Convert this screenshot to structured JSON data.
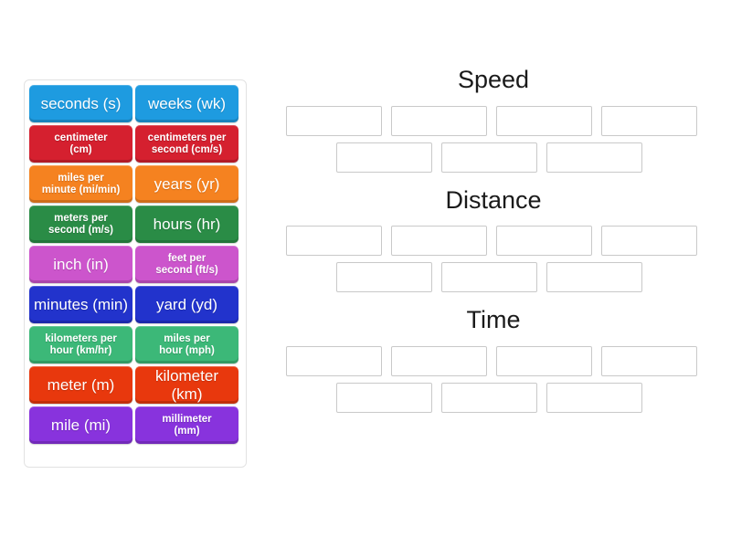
{
  "tile_bank": {
    "name": "unit-tile-bank",
    "tiles": [
      {
        "label": "seconds (s)",
        "color": "#1e9be0",
        "lines": 1
      },
      {
        "label": "weeks (wk)",
        "color": "#1e9be0",
        "lines": 1
      },
      {
        "label": "centimeter\n(cm)",
        "color": "#d5202f",
        "lines": 2
      },
      {
        "label": "centimeters per\nsecond (cm/s)",
        "color": "#d5202f",
        "lines": 2
      },
      {
        "label": "miles per\nminute (mi/min)",
        "color": "#f58220",
        "lines": 2
      },
      {
        "label": "years (yr)",
        "color": "#f58220",
        "lines": 1
      },
      {
        "label": "meters per\nsecond (m/s)",
        "color": "#2a8c46",
        "lines": 2
      },
      {
        "label": "hours (hr)",
        "color": "#2a8c46",
        "lines": 1
      },
      {
        "label": "inch (in)",
        "color": "#cc55cc",
        "lines": 1
      },
      {
        "label": "feet per\nsecond (ft/s)",
        "color": "#cc55cc",
        "lines": 2
      },
      {
        "label": "minutes (min)",
        "color": "#2233cc",
        "lines": 1
      },
      {
        "label": "yard (yd)",
        "color": "#2233cc",
        "lines": 1
      },
      {
        "label": "kilometers per\nhour (km/hr)",
        "color": "#3cb878",
        "lines": 2
      },
      {
        "label": "miles per\nhour (mph)",
        "color": "#3cb878",
        "lines": 2
      },
      {
        "label": "meter (m)",
        "color": "#e8380d",
        "lines": 1
      },
      {
        "label": "kilometer (km)",
        "color": "#e8380d",
        "lines": 1
      },
      {
        "label": "mile (mi)",
        "color": "#8833dd",
        "lines": 1
      },
      {
        "label": "millimeter\n(mm)",
        "color": "#8833dd",
        "lines": 2
      }
    ]
  },
  "categories": [
    {
      "title": "Speed",
      "rows": [
        {
          "slots": [
            "",
            "",
            "",
            ""
          ]
        },
        {
          "slots": [
            "",
            "",
            ""
          ]
        }
      ]
    },
    {
      "title": "Distance",
      "rows": [
        {
          "slots": [
            "",
            "",
            "",
            ""
          ]
        },
        {
          "slots": [
            "",
            "",
            ""
          ]
        }
      ]
    },
    {
      "title": "Time",
      "rows": [
        {
          "slots": [
            "",
            "",
            "",
            ""
          ]
        },
        {
          "slots": [
            "",
            "",
            ""
          ]
        }
      ]
    }
  ],
  "colors": {
    "background": "#ffffff",
    "bank_border": "#e2e2e2",
    "slot_border": "#c9c9c9",
    "title_text": "#1a1a1a",
    "tile_text": "#ffffff"
  }
}
